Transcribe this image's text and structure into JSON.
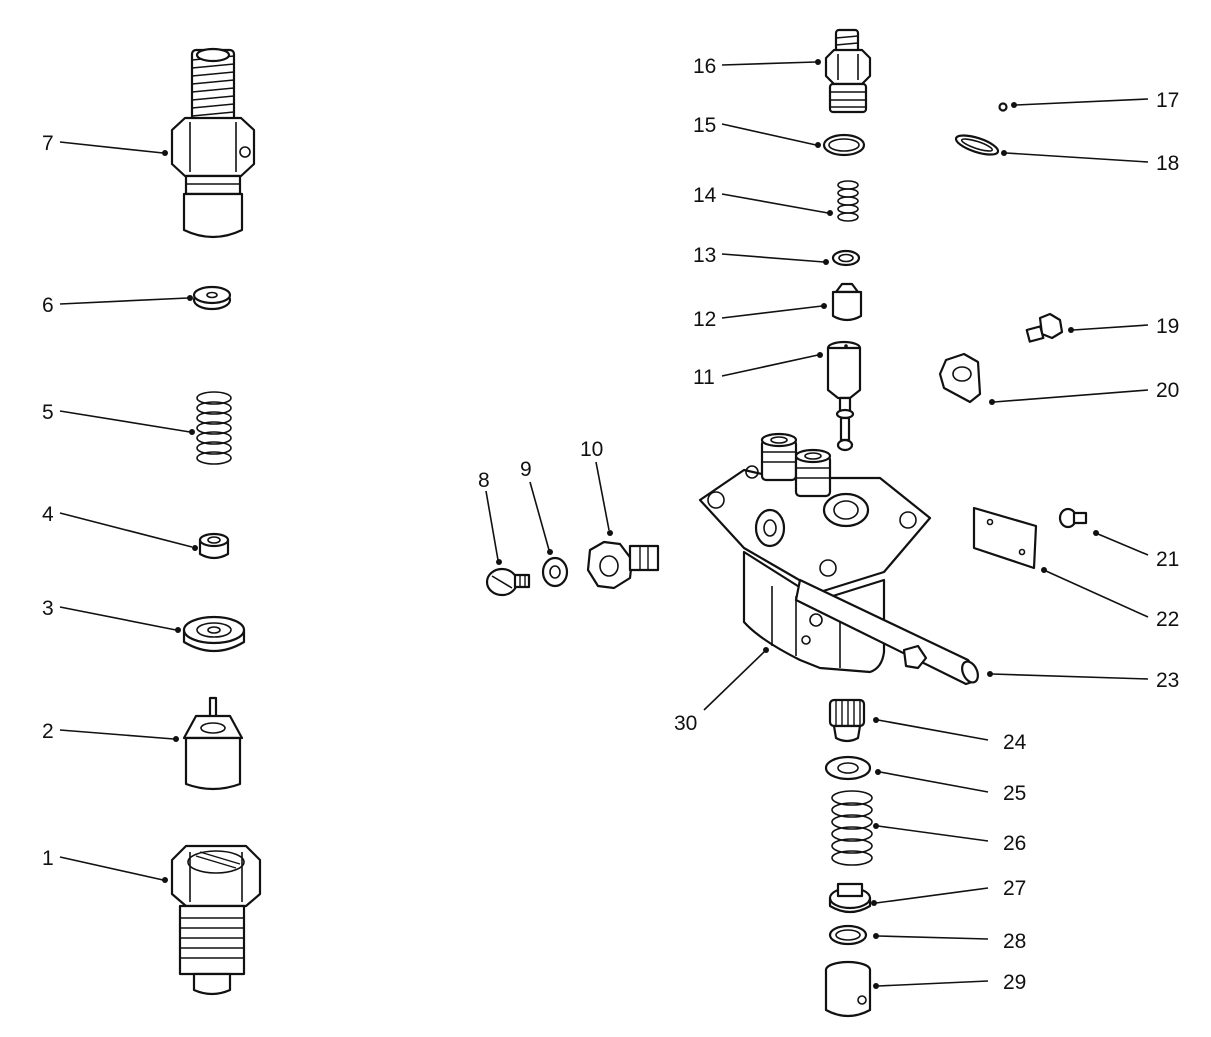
{
  "diagram": {
    "callouts": [
      {
        "id": "label-1",
        "text": "1"
      },
      {
        "id": "label-2",
        "text": "2"
      },
      {
        "id": "label-3",
        "text": "3"
      },
      {
        "id": "label-4",
        "text": "4"
      },
      {
        "id": "label-5",
        "text": "5"
      },
      {
        "id": "label-6",
        "text": "6"
      },
      {
        "id": "label-7",
        "text": "7"
      },
      {
        "id": "label-8",
        "text": "8"
      },
      {
        "id": "label-9",
        "text": "9"
      },
      {
        "id": "label-10",
        "text": "10"
      },
      {
        "id": "label-11",
        "text": "11"
      },
      {
        "id": "label-12",
        "text": "12"
      },
      {
        "id": "label-13",
        "text": "13"
      },
      {
        "id": "label-14",
        "text": "14"
      },
      {
        "id": "label-15",
        "text": "15"
      },
      {
        "id": "label-16",
        "text": "16"
      },
      {
        "id": "label-17",
        "text": "17"
      },
      {
        "id": "label-18",
        "text": "18"
      },
      {
        "id": "label-19",
        "text": "19"
      },
      {
        "id": "label-20",
        "text": "20"
      },
      {
        "id": "label-21",
        "text": "21"
      },
      {
        "id": "label-22",
        "text": "22"
      },
      {
        "id": "label-23",
        "text": "23"
      },
      {
        "id": "label-24",
        "text": "24"
      },
      {
        "id": "label-25",
        "text": "25"
      },
      {
        "id": "label-26",
        "text": "26"
      },
      {
        "id": "label-27",
        "text": "27"
      },
      {
        "id": "label-28",
        "text": "28"
      },
      {
        "id": "label-29",
        "text": "29"
      },
      {
        "id": "label-30",
        "text": "30"
      }
    ]
  }
}
